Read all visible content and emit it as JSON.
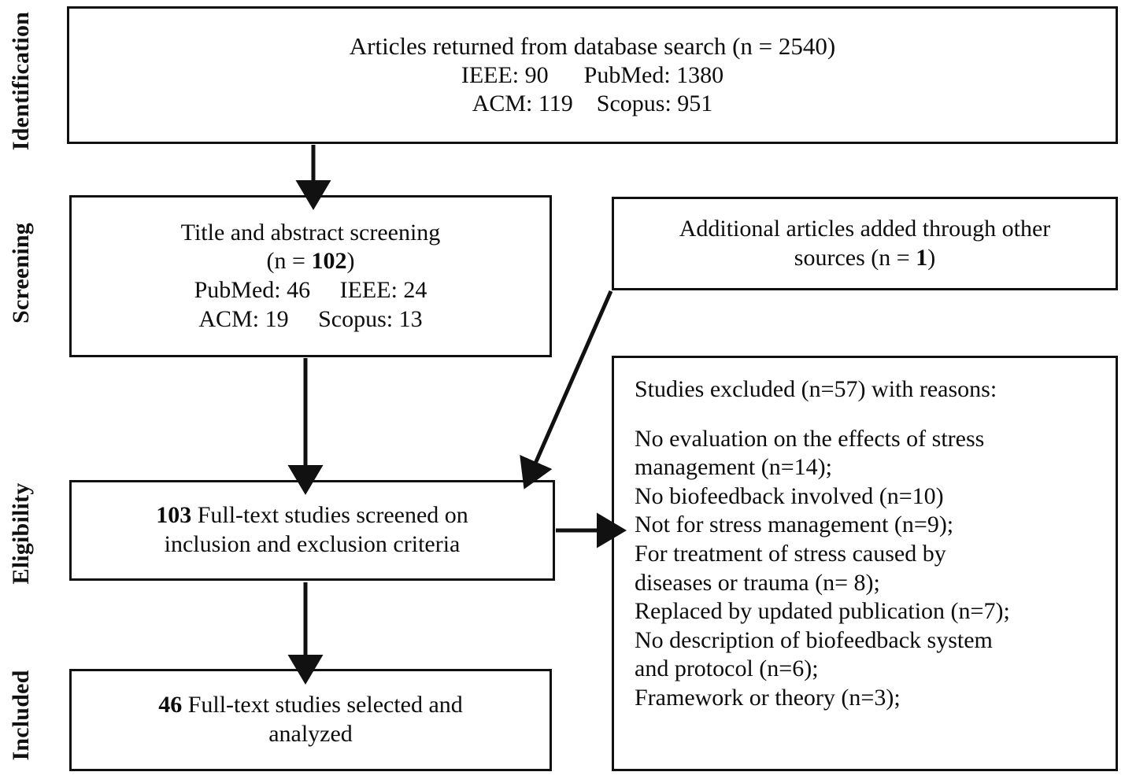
{
  "diagram": {
    "type": "prisma-flow-diagram",
    "stages": [
      {
        "id": "identification",
        "label": "Identification"
      },
      {
        "id": "screening",
        "label": "Screening"
      },
      {
        "id": "eligibility",
        "label": "Eligibility"
      },
      {
        "id": "included",
        "label": "Included"
      }
    ],
    "boxes": {
      "identification": {
        "title": "Articles returned from database search (n = 2540)",
        "sources_line_1": "IEEE: 90      PubMed: 1380",
        "sources_line_2": "ACM: 119    Scopus: 951",
        "sources": [
          {
            "name": "IEEE",
            "count": 90
          },
          {
            "name": "PubMed",
            "count": 1380
          },
          {
            "name": "ACM",
            "count": 119
          },
          {
            "name": "Scopus",
            "count": 951
          }
        ],
        "total": 2540
      },
      "screening": {
        "title": "Title and abstract screening",
        "count_prefix": "(n = ",
        "count_value": "102",
        "count_suffix": ")",
        "sources_line_1": "PubMed: 46     IEEE: 24",
        "sources_line_2": "ACM: 19     Scopus: 13",
        "sources": [
          {
            "name": "PubMed",
            "count": 46
          },
          {
            "name": "IEEE",
            "count": 24
          },
          {
            "name": "ACM",
            "count": 19
          },
          {
            "name": "Scopus",
            "count": 13
          }
        ],
        "total": 102
      },
      "additional_sources": {
        "line_1": "Additional articles added through other",
        "line_2_prefix": "sources (n = ",
        "line_2_value": "1",
        "line_2_suffix": ")",
        "count": 1
      },
      "eligibility": {
        "count_value": "103",
        "line_1_rest": " Full-text studies screened on",
        "line_2": "inclusion and exclusion criteria",
        "count": 103
      },
      "included": {
        "count_value": "46",
        "line_1_rest": " Full-text studies selected and",
        "line_2": "analyzed",
        "count": 46
      },
      "excluded": {
        "heading": "Studies excluded (n=57) with reasons:",
        "total": 57,
        "reasons": [
          {
            "line_1": "No evaluation on the effects of stress",
            "line_2": "management (n=14);",
            "count": 14
          },
          {
            "line_1": "No biofeedback involved (n=10)",
            "line_2": "",
            "count": 10
          },
          {
            "line_1": "Not for stress management (n=9);",
            "line_2": "",
            "count": 9
          },
          {
            "line_1": "For treatment of stress caused by",
            "line_2": "diseases or trauma (n= 8);",
            "count": 8
          },
          {
            "line_1": "Replaced by updated publication (n=7);",
            "line_2": "",
            "count": 7
          },
          {
            "line_1": "No description of biofeedback system",
            "line_2": "and protocol (n=6);",
            "count": 6
          },
          {
            "line_1": "Framework or theory (n=3);",
            "line_2": "",
            "count": 3
          }
        ]
      }
    },
    "connectors": [
      {
        "id": "identification-to-screening",
        "kind": "arrow-down"
      },
      {
        "id": "screening-to-eligibility",
        "kind": "arrow-down"
      },
      {
        "id": "additional-to-eligibility",
        "kind": "arrow-diagonal"
      },
      {
        "id": "eligibility-to-excluded",
        "kind": "arrow-right"
      },
      {
        "id": "eligibility-to-included",
        "kind": "arrow-down"
      }
    ],
    "colors": {
      "stroke": "#111111",
      "text": "#0d0d0d",
      "background": "#ffffff"
    }
  }
}
